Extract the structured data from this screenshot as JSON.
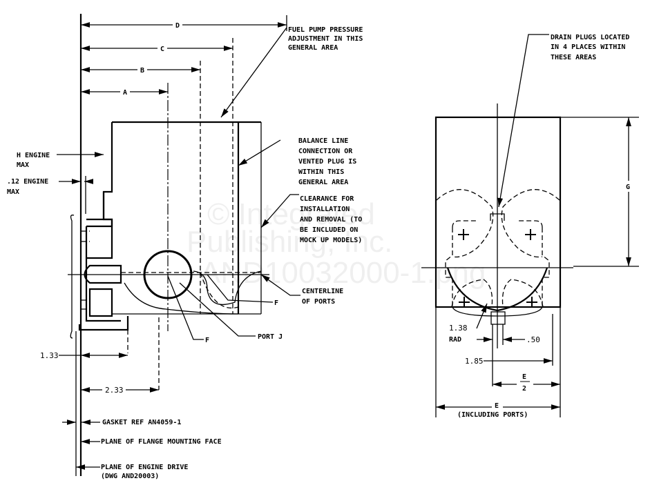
{
  "left_view": {
    "dims": {
      "a": "A",
      "b": "B",
      "c": "C",
      "d": "D",
      "f1": "F",
      "f2": "F",
      "d133": "1.33",
      "d233": "2.33"
    },
    "notes": {
      "fuel_pump": [
        "FUEL PUMP PRESSURE",
        "ADJUSTMENT IN THIS",
        "GENERAL AREA"
      ],
      "balance_line": [
        "BALANCE LINE",
        "CONNECTION OR",
        "VENTED PLUG IS",
        "WITHIN THIS",
        "GENERAL AREA"
      ],
      "clearance": [
        "CLEARANCE FOR",
        "INSTALLATION",
        "AND REMOVAL (TO",
        "BE INCLUDED ON",
        "MOCK UP MODELS)"
      ],
      "centerline": [
        "CENTERLINE",
        "OF PORTS"
      ],
      "port_j": "PORT J",
      "h_engine": [
        "H ENGINE",
        "MAX"
      ],
      "engine_12": [
        ".12 ENGINE",
        "MAX"
      ],
      "gasket": "GASKET REF AN4059-1",
      "flange_plane": "PLANE OF FLANGE MOUNTING FACE",
      "engine_drive": [
        "PLANE OF ENGINE DRIVE",
        "(DWG AND20003)"
      ]
    }
  },
  "right_view": {
    "drain_note": [
      "DRAIN PLUGS LOCATED",
      "IN 4 PLACES WITHIN",
      "THESE AREAS"
    ],
    "dims": {
      "g": "G",
      "rad_value": "1.38",
      "rad_label": "RAD",
      "d50": ".50",
      "d185": "1.85",
      "e_half_num": "E",
      "e_half_den": "2",
      "e": "E",
      "e_note": "(INCLUDING PORTS)"
    }
  },
  "watermark": [
    "© Integrated",
    "Publishing, Inc.",
    "AND10032000-1.png"
  ]
}
